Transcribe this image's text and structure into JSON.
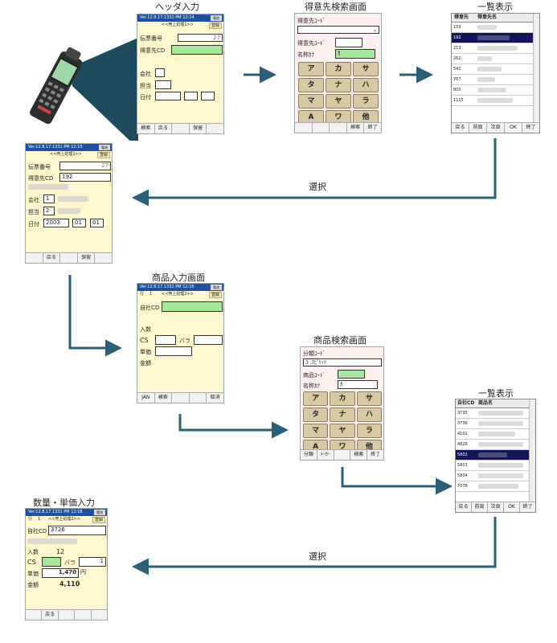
{
  "captions": {
    "header_input": "ヘッダ入力",
    "customer_search": "得意先検索画面",
    "list_view_1": "一覧表示",
    "select_1": "選択",
    "product_input": "商品入力画面",
    "product_search": "商品検索画面",
    "list_view_2": "一覧表示",
    "qty_price_input": "数量・単価入力",
    "select_2": "選択"
  },
  "header_screen": {
    "topbar": "Ver.12.8.17.1331 PM 12:14",
    "topbar_box": "電池",
    "subbar": "<<売上処理1>>",
    "tag": "登録",
    "slip_label": "伝票番号",
    "slip_value": "27",
    "customer_label": "得意先CD",
    "company_label": "会社",
    "staff_label": "担当",
    "date_label": "日付",
    "fkeys": [
      "検索",
      "戻る",
      "",
      "保留",
      ""
    ]
  },
  "customer_search_screen": {
    "code_label": "得意先ｺｰﾄﾞ",
    "kana_label": "名称ｶﾅ",
    "kana_value": "ｶ",
    "keys": [
      "ア",
      "カ",
      "サ",
      "タ",
      "ナ",
      "ハ",
      "マ",
      "ヤ",
      "ラ",
      "A",
      "ワ",
      "他"
    ],
    "fkeys": [
      "",
      "",
      "",
      "検索",
      "終了"
    ]
  },
  "list1": {
    "col1": "得意先",
    "col2": "得意先名",
    "rows": [
      "159",
      "192",
      "213",
      "262",
      "541",
      "767",
      "805",
      "1115"
    ],
    "fkeys": [
      "戻る",
      "前頁",
      "次頁",
      "OK",
      "終了"
    ]
  },
  "header_filled": {
    "topbar": "Ver.12.8.17.1331 PM 12:15",
    "topbar_box": "電池",
    "subbar": "<<売上処理1>>",
    "tag": "登録",
    "slip_label": "伝票番号",
    "slip_value": "27",
    "customer_label": "得意先CD",
    "customer_value": "192",
    "company_label": "会社",
    "company_value": "1",
    "staff_label": "担当",
    "staff_value": "2",
    "date_label": "日付",
    "date_y": "2003",
    "date_m": "01",
    "date_d": "01",
    "fkeys": [
      "",
      "戻る",
      "",
      "保留",
      ""
    ]
  },
  "product_screen": {
    "topbar": "Ver.12.8.17.1331 PM 12:16",
    "topbar_box": "電池",
    "row_label": "行",
    "row_value": "1",
    "subbar": "<<売上処理2>>",
    "tag": "登録",
    "own_code_label": "自社CD",
    "qty_label": "入数",
    "cs_label": "CS",
    "bara_label": "バラ",
    "price_label": "単価",
    "amount_label": "金額",
    "fkeys": [
      "JAN",
      "検索",
      "",
      "",
      "取消"
    ]
  },
  "product_search_screen": {
    "category_label": "分類ｺｰﾄﾞ",
    "category_value": "3 :ｽﾋﾟﾘｯﾂ",
    "code_label": "商品ｺｰﾄﾞ",
    "kana_label": "名称ｶﾅ",
    "kana_value": "ｶ",
    "keys": [
      "ア",
      "カ",
      "サ",
      "タ",
      "ナ",
      "ハ",
      "マ",
      "ヤ",
      "ラ",
      "A",
      "ワ",
      "他"
    ],
    "fkeys": [
      "分類",
      "ﾒｰｶｰ",
      "",
      "検索",
      "終了"
    ]
  },
  "list2": {
    "col1": "自社CD",
    "col2": "商品名",
    "rows": [
      "3735",
      "3736",
      "4101",
      "4826",
      "5802",
      "5803",
      "5804",
      "7078"
    ],
    "fkeys": [
      "戻る",
      "前頁",
      "次頁",
      "OK",
      "終了"
    ]
  },
  "qty_screen": {
    "topbar": "Ver.12.8.17.1331 PM 12:18",
    "topbar_box": "電池",
    "row_label": "行",
    "row_value": "1",
    "subbar": "<<売上処理2>>",
    "tag": "登録",
    "own_code_label": "自社CD",
    "own_code_value": "3726",
    "qty_label": "入数",
    "qty_value": "12",
    "cs_label": "CS",
    "bara_label": "バラ",
    "bara_value": "1",
    "price_label": "単価",
    "price_value": "1,470",
    "price_unit": "円",
    "amount_label": "金額",
    "amount_value": "4,110",
    "fkeys": [
      "",
      "戻る",
      "",
      "",
      ""
    ]
  },
  "colors": {
    "arrow": "#2b5f75",
    "screen_bg": "#fff8cf",
    "field_green": "#a8e89c",
    "selected_row": "#14145a",
    "key_bg": "#d7c9a4"
  }
}
